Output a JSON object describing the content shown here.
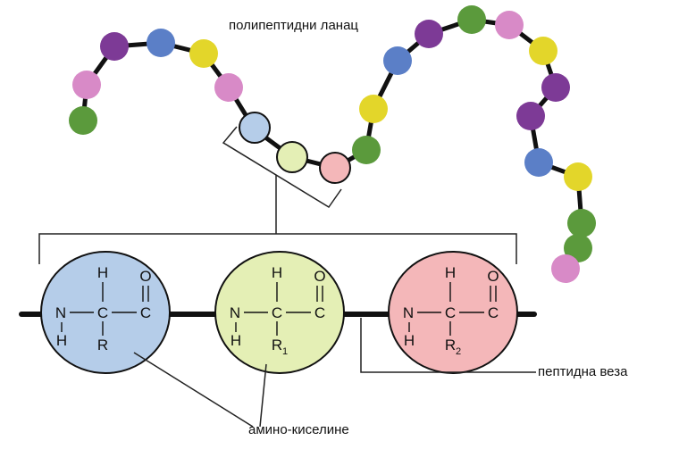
{
  "labels": {
    "chain": "полипептидни ланац",
    "peptide_bond": "пептидна веза",
    "amino_acids": "амино-киселине"
  },
  "chain_bead_colors": [
    "#5b9a3c",
    "#d88ac7",
    "#7d3a96",
    "#5b7fc7",
    "#e3d62a",
    "#d88ac7",
    "#5b9a3c",
    "#e3d62a",
    "#5b7fc7",
    "#7d3a96",
    "#5b9a3c",
    "#d88ac7",
    "#e3d62a",
    "#7d3a96",
    "#7d3a96",
    "#5b7fc7",
    "#e3d62a",
    "#5b9a3c",
    "#5b9a3c",
    "#d88ac7"
  ],
  "amino_acids": [
    {
      "name": "amino-acid-1",
      "color": "#b5cde9",
      "top": "H",
      "left": "N",
      "left_bottom": "H",
      "center": "C",
      "carbonyl_o": "O",
      "carbonyl_c": "C",
      "r": "R",
      "r_sub": ""
    },
    {
      "name": "amino-acid-2",
      "color": "#e4efb5",
      "top": "H",
      "left": "N",
      "left_bottom": "H",
      "center": "C",
      "carbonyl_o": "O",
      "carbonyl_c": "C",
      "r": "R",
      "r_sub": "1"
    },
    {
      "name": "amino-acid-3",
      "color": "#f4b7b9",
      "top": "H",
      "left": "N",
      "left_bottom": "H",
      "center": "C",
      "carbonyl_o": "O",
      "carbonyl_c": "C",
      "r": "R",
      "r_sub": "2"
    }
  ]
}
